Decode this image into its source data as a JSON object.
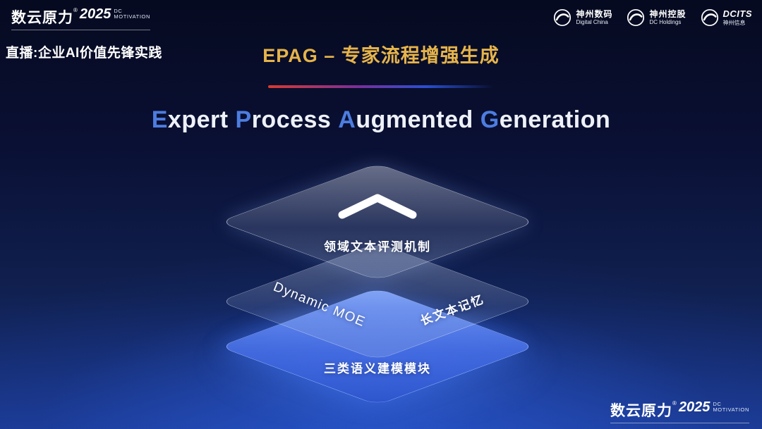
{
  "colors": {
    "gold_title": "#e6b44a",
    "cap_blue": "#4d7de0",
    "bg_top": "#060a20",
    "bg_bottom": "#1b3a92",
    "divider_red": "#d93a30",
    "divider_blue": "#2a4fd0",
    "bottom_layer_blue": "#3c66e0"
  },
  "header": {
    "brand": {
      "name": "数云原力",
      "reg": "®",
      "year": "2025",
      "tagline_line1": "DC",
      "tagline_line2": "MOTIVATION"
    },
    "live_label": "直播:企业AI价值先锋实践",
    "slide_title": "EPAG – 专家流程增强生成",
    "partners": [
      {
        "icon": "swoosh-circle-icon",
        "name": "神州数码",
        "subtitle": "Digital China"
      },
      {
        "icon": "swoosh-circle-icon",
        "name": "神州控股",
        "subtitle": "DC Holdings"
      },
      {
        "icon": "swoosh-circle-icon",
        "name": "DCITS",
        "subtitle": "神州信息"
      }
    ]
  },
  "main": {
    "english_title": {
      "word1_cap": "E",
      "word1_rest": "xpert",
      "word2_cap": "P",
      "word2_rest": "rocess",
      "word3_cap": "A",
      "word3_rest": "ugmented",
      "word4_cap": "G",
      "word4_rest": "eneration"
    },
    "diagram": {
      "top_layer_icon": "chevron-up-icon",
      "top_layer_label": "领域文本评测机制",
      "middle_layer_left_label": "Dynamic  MOE",
      "middle_layer_right_label": "长文本记忆",
      "bottom_layer_label": "三类语义建模模块"
    }
  },
  "footer": {
    "brand": {
      "name": "数云原力",
      "reg": "®",
      "year": "2025",
      "tagline_line1": "DC",
      "tagline_line2": "MOTIVATION"
    }
  }
}
